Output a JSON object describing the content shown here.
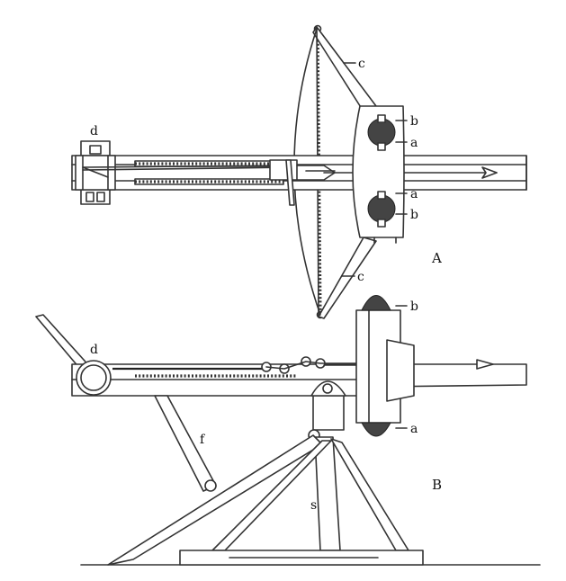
{
  "labels": {
    "view_a": "A",
    "view_b": "B",
    "a": "a",
    "b": "b",
    "c": "c",
    "d": "d",
    "f": "f",
    "s": "s"
  }
}
